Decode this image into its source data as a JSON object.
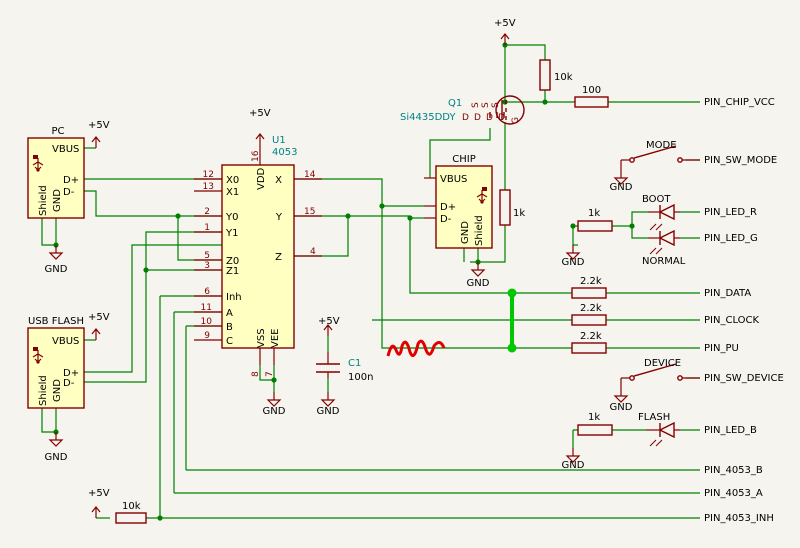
{
  "power": {
    "vcc": "+5V",
    "gnd": "GND"
  },
  "u1": {
    "ref": "U1",
    "value": "4053",
    "pins": {
      "x0": "X0",
      "x1": "X1",
      "y0": "Y0",
      "y1": "Y1",
      "z0": "Z0",
      "z1": "Z1",
      "inh": "Inh",
      "a": "A",
      "b": "B",
      "c": "C",
      "x": "X",
      "y": "Y",
      "z": "Z",
      "vdd": "VDD",
      "vss": "VSS",
      "vee": "VEE"
    },
    "pin_numbers": {
      "x0": "12",
      "x1": "13",
      "y0": "2",
      "y1": "1",
      "z0": "5",
      "z1": "3",
      "inh": "6",
      "a": "11",
      "b": "10",
      "c": "9",
      "x": "14",
      "y": "15",
      "z": "4",
      "vdd": "16",
      "vss": "8",
      "vee": "7"
    }
  },
  "usb_pc": {
    "name": "PC"
  },
  "usb_flash": {
    "name": "USB FLASH"
  },
  "usb_chip": {
    "name": "CHIP"
  },
  "usb_pins": {
    "vbus": "VBUS",
    "dp": "D+",
    "dm": "D-",
    "shield": "Shield",
    "gnd": "GND"
  },
  "q1": {
    "ref": "Q1",
    "value": "Si4435DDY",
    "pins": [
      "D",
      "D",
      "D",
      "D",
      "S",
      "S",
      "S",
      "G"
    ]
  },
  "resistors": {
    "r_10k_gate": "10k",
    "r_100": "100",
    "r_1k_chip": "1k",
    "r_1k_boot": "1k",
    "r_2k2_data": "2.2k",
    "r_2k2_clock": "2.2k",
    "r_2k2_pu": "2.2k",
    "r_1k_flash": "1k",
    "r_10k_inh": "10k"
  },
  "c1": {
    "ref": "C1",
    "value": "100n"
  },
  "switches": {
    "mode": "MODE",
    "device": "DEVICE"
  },
  "leds": {
    "boot": "BOOT",
    "normal": "NORMAL",
    "flash": "FLASH"
  },
  "labels": {
    "chip_vcc": "PIN_CHIP_VCC",
    "sw_mode": "PIN_SW_MODE",
    "led_r": "PIN_LED_R",
    "led_g": "PIN_LED_G",
    "data": "PIN_DATA",
    "clock": "PIN_CLOCK",
    "pu": "PIN_PU",
    "sw_device": "PIN_SW_DEVICE",
    "led_b": "PIN_LED_B",
    "ic_b": "PIN_4053_B",
    "ic_a": "PIN_4053_A",
    "ic_inh": "PIN_4053_INH"
  },
  "colors": {
    "background": "#f5f4ef",
    "wire": "#008000",
    "component": "#840000",
    "body_fill": "#ffffc2",
    "ref_text": "#008484",
    "highlight": "#00c800",
    "scribble": "#e00000"
  }
}
